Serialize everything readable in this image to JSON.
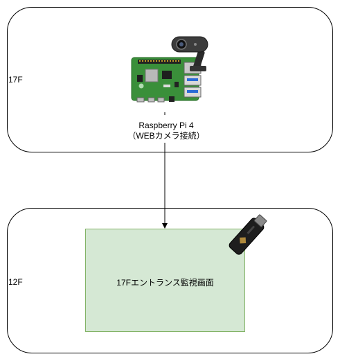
{
  "floors": [
    {
      "label": "17F"
    },
    {
      "label": "12F"
    }
  ],
  "device": {
    "name": "Raspberry Pi 4",
    "note": "（WEBカメラ接続）"
  },
  "screen": {
    "label": "17Fエントランス監視画面"
  },
  "colors": {
    "screen_fill": "#d5e8d4",
    "screen_border": "#82b366",
    "pcb_green": "#3a8f3a",
    "line": "#000000"
  },
  "icons": [
    "raspberry-pi-board-icon",
    "webcam-icon",
    "hdmi-stick-pc-icon"
  ]
}
